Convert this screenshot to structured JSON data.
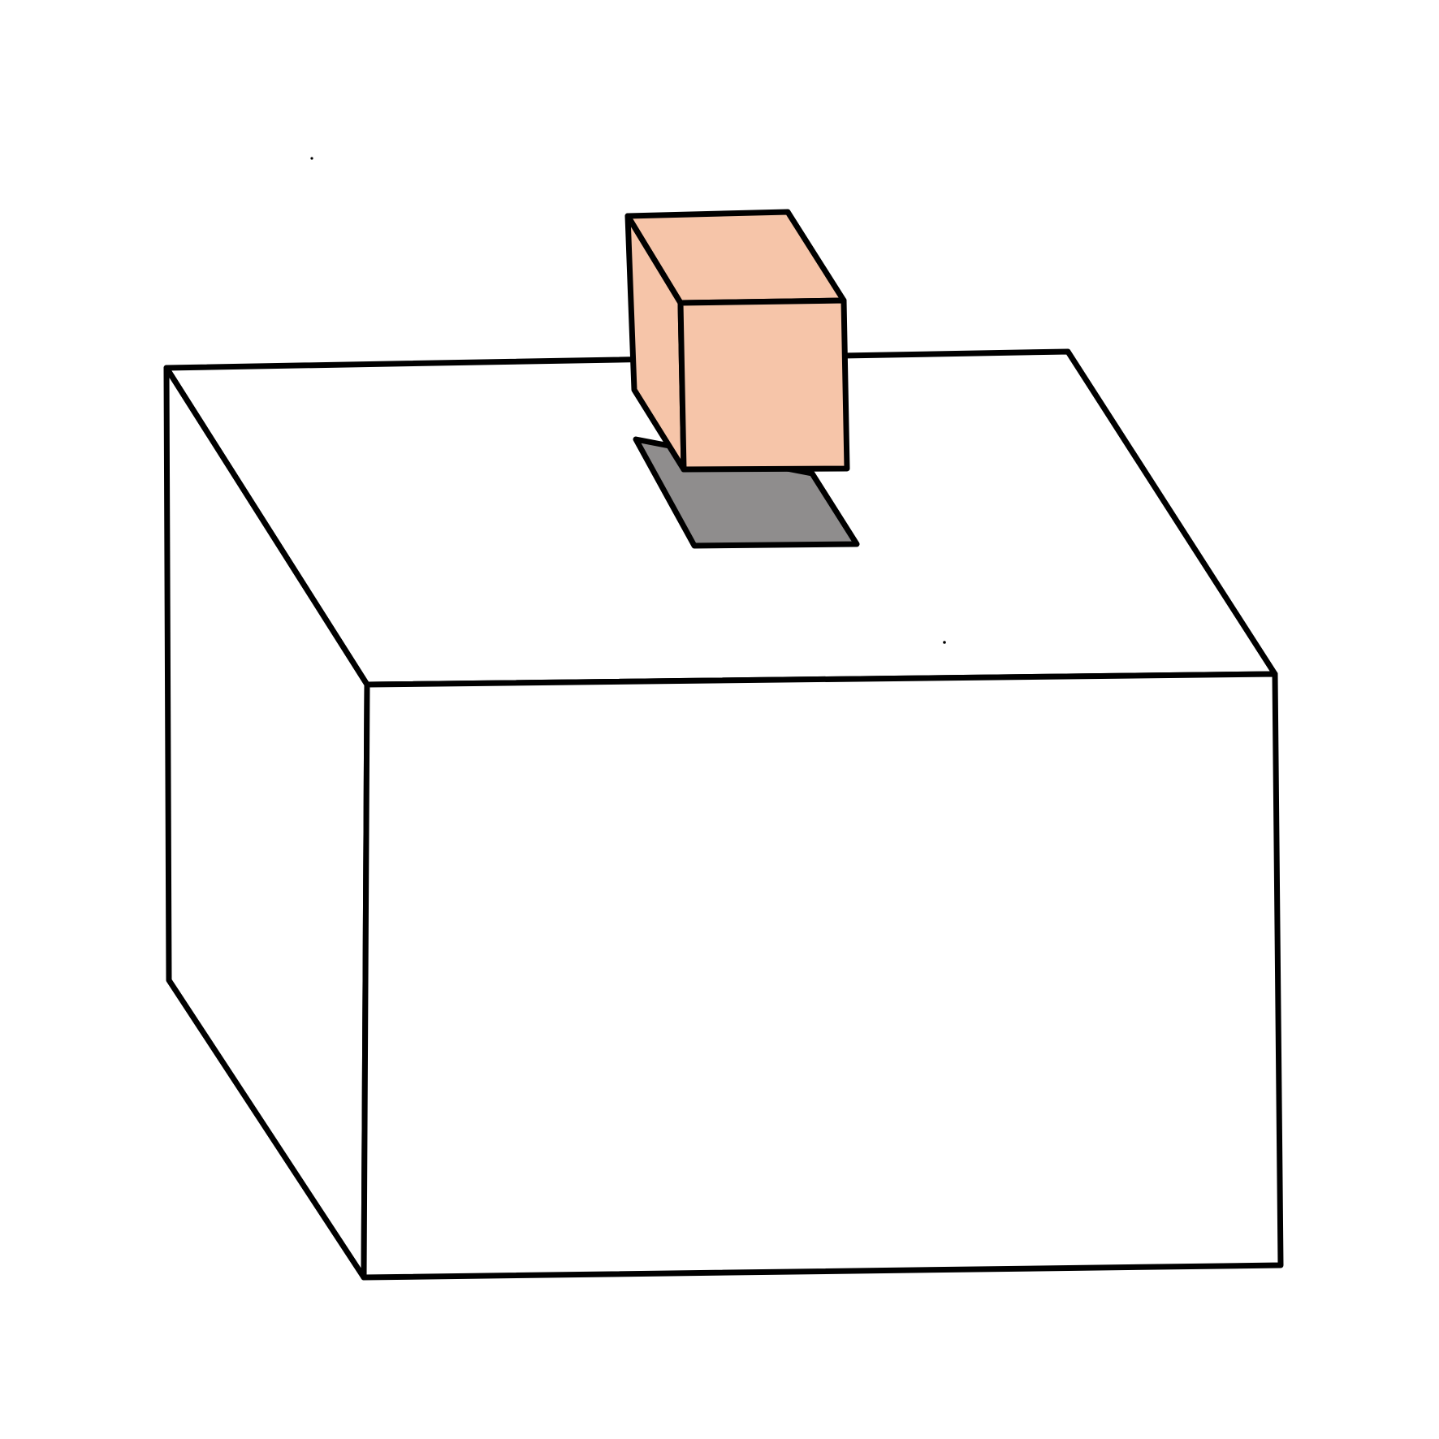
{
  "colors": {
    "background": "#ffffff",
    "outline": "#000000",
    "large_box_face": "#ffffff",
    "small_cube_face": "#f6c5a9",
    "shadow": "#8f8d8d"
  },
  "objects": {
    "large_box": {
      "shape": "rectangular-prism",
      "style": "outline"
    },
    "small_cube": {
      "shape": "cube",
      "style": "filled",
      "state": "floating above large box"
    },
    "cube_shadow": {
      "shape": "parallelogram",
      "style": "filled"
    }
  }
}
